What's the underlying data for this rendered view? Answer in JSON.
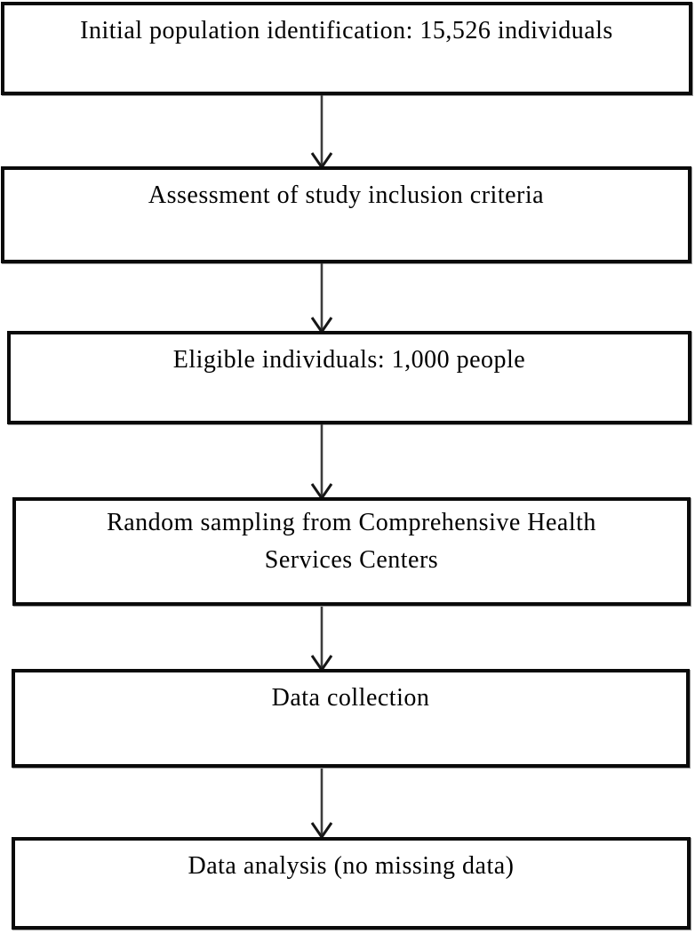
{
  "flowchart": {
    "background_color": "#ffffff",
    "box_border_color": "#0a0a0a",
    "text_color": "#000000",
    "arrow_color": "#3d3d3d",
    "steps": [
      {
        "label": "Initial population identification: 15,526 individuals"
      },
      {
        "label": "Assessment of study inclusion criteria"
      },
      {
        "label": "Eligible individuals: 1,000 people"
      },
      {
        "label": "Random sampling from Comprehensive Health\nServices Centers"
      },
      {
        "label": "Data collection"
      },
      {
        "label": "Data analysis (no missing data)"
      }
    ]
  }
}
